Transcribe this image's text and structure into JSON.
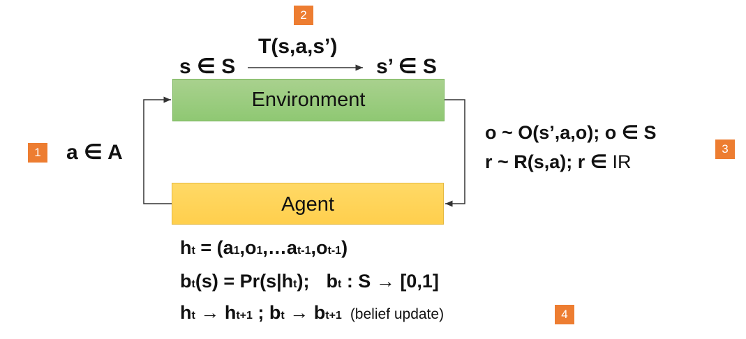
{
  "badges": {
    "n1": "1",
    "n2": "2",
    "n3": "3",
    "n4": "4"
  },
  "boxes": {
    "environment": "Environment",
    "agent": "Agent"
  },
  "transition": {
    "state_from": "s ∈ S",
    "function": "T(s,a,s’)",
    "state_to": "s’ ∈ S"
  },
  "action": {
    "label": "a ∈ A"
  },
  "observation": {
    "line1": "o ~ O(s’,a,o); o ∈ S",
    "line2_bold": "r ~ R(s,a); r ∈ ",
    "line2_normal": "IR"
  },
  "equations": {
    "history": {
      "h": "h",
      "t": "t",
      "eq": " = (a",
      "i1": "1",
      "c1": ",o",
      "i2": "1",
      "c2": ",…a",
      "i3": "t-1",
      "c3": ",o",
      "i4": "t-1",
      "end": ")"
    },
    "belief": {
      "b": "b",
      "t": "t",
      "mid": "(s) = Pr(s|h",
      "t2": "t",
      "end": ");",
      "b2": "b",
      "t3": "t",
      "map": " : S → [0,1]"
    },
    "update": {
      "h": "h",
      "t": "t",
      "arrow1": " → h",
      "t1": "t+1",
      "sep": " ; b",
      "t2": "t",
      "arrow2": " → b",
      "t3": "t+1",
      "note": "(belief update)"
    }
  },
  "colors": {
    "badge": "#ed7d31",
    "environment_fill": "#a9d18e",
    "agent_fill": "#ffd966"
  }
}
